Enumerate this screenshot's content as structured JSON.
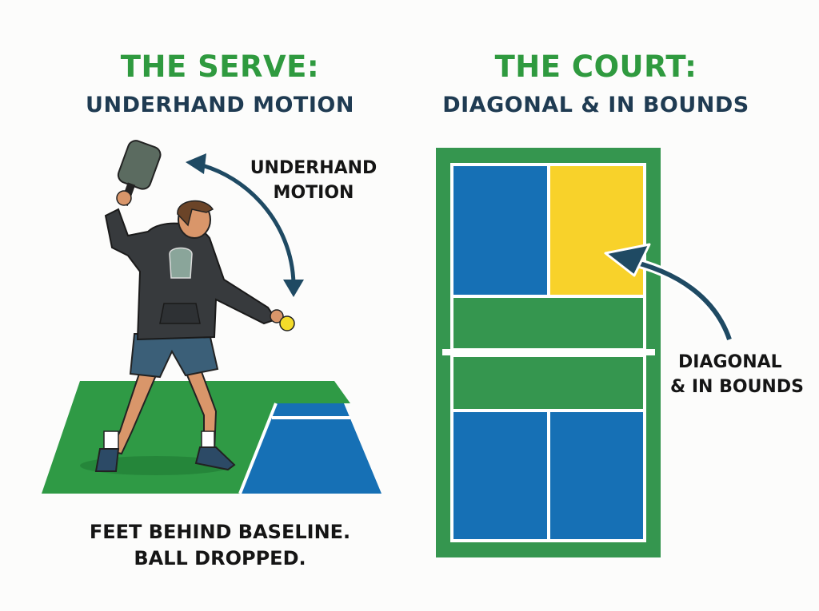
{
  "serve": {
    "title": "THE SERVE:",
    "subtitle": "UNDERHAND MOTION",
    "motion_label_1": "UNDERHAND",
    "motion_label_2": "MOTION",
    "caption_1": "FEET BEHIND BASELINE.",
    "caption_2": "BALL DROPPED."
  },
  "court": {
    "title": "THE COURT:",
    "subtitle": "DIAGONAL & IN BOUNDS",
    "label_1": "DIAGONAL",
    "label_2": "& IN BOUNDS"
  },
  "colors": {
    "green": "#35964f",
    "blue": "#1670b5",
    "yellow": "#f8d22a",
    "navy": "#1f4a63"
  }
}
